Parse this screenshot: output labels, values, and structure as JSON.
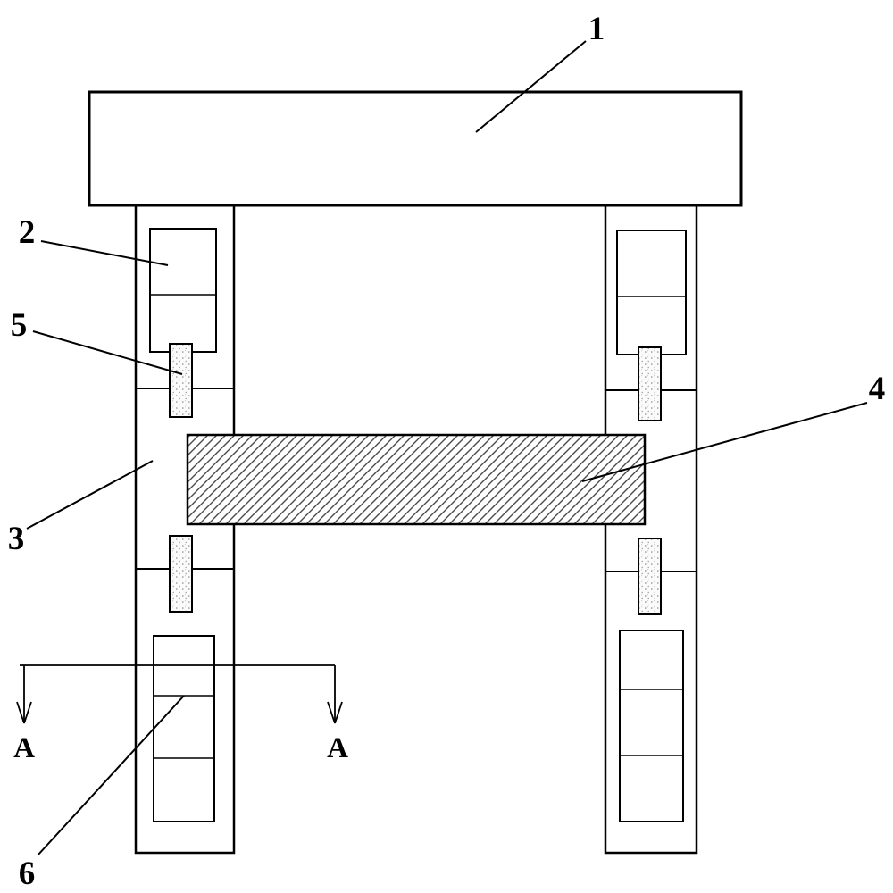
{
  "figure": {
    "kind": "patent-style technical line drawing of a frame assembly with hatched cross-bar",
    "labels": {
      "n1": "1",
      "n2": "2",
      "n3": "3",
      "n4": "4",
      "n5": "5",
      "n6": "6",
      "section_a_left": "A",
      "section_a_right": "A"
    },
    "colors": {
      "line": "#000000",
      "background": "#ffffff",
      "hatch_line": "#4a4a4a",
      "stipple_dot": "#8a8a8a"
    }
  }
}
